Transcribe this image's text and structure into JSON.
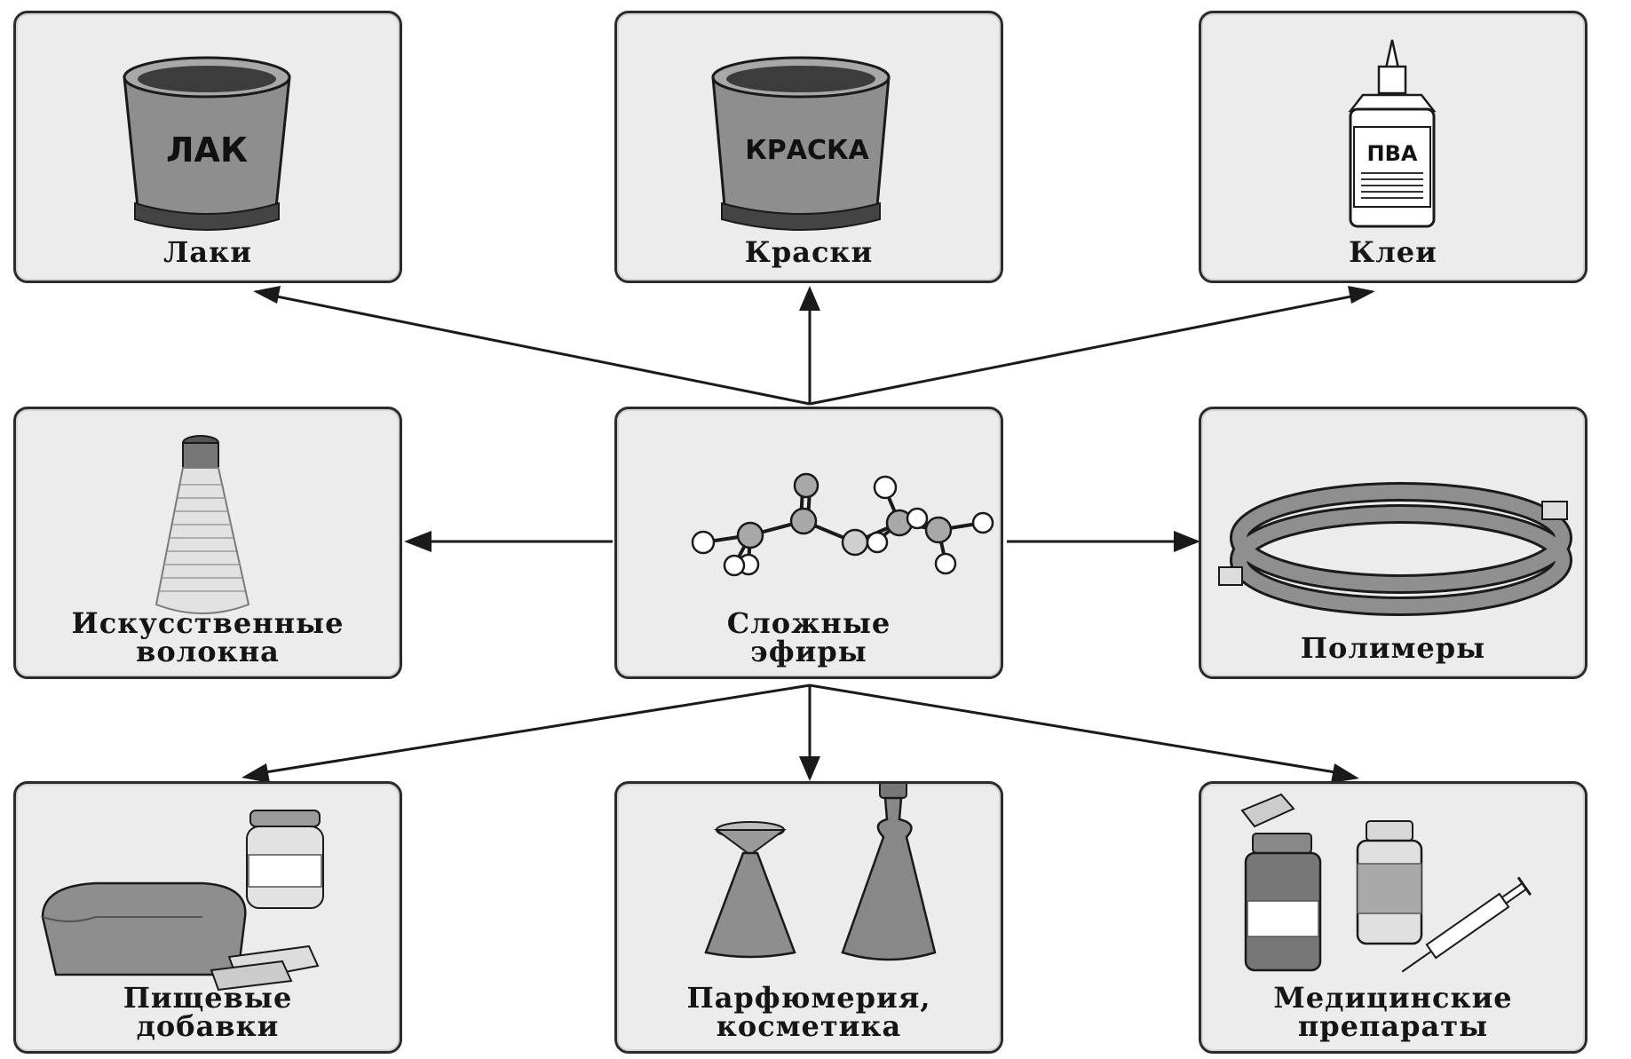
{
  "diagram": {
    "center": {
      "label": "Сложные\nэфиры"
    },
    "nodes": [
      {
        "id": "varnish",
        "label": "Лаки",
        "can_text": "ЛАК"
      },
      {
        "id": "paint",
        "label": "Краски",
        "can_text": "КРАСКА"
      },
      {
        "id": "glue",
        "label": "Клеи",
        "bottle_text": "ПВА"
      },
      {
        "id": "fibers",
        "label": "Искусственные\nволокна"
      },
      {
        "id": "polymers",
        "label": "Полимеры"
      },
      {
        "id": "food",
        "label": "Пищевые\nдобавки"
      },
      {
        "id": "perfume",
        "label": "Парфюмерия,\nкосметика"
      },
      {
        "id": "medicine",
        "label": "Медицинские\nпрепараты"
      }
    ],
    "edges": [
      [
        "center",
        "varnish"
      ],
      [
        "center",
        "paint"
      ],
      [
        "center",
        "glue"
      ],
      [
        "center",
        "fibers"
      ],
      [
        "center",
        "polymers"
      ],
      [
        "center",
        "food"
      ],
      [
        "center",
        "perfume"
      ],
      [
        "center",
        "medicine"
      ]
    ],
    "colors": {
      "stroke": "#1a1a1a",
      "box_fill": "#ececec",
      "gray": "#8f8f8f"
    }
  }
}
